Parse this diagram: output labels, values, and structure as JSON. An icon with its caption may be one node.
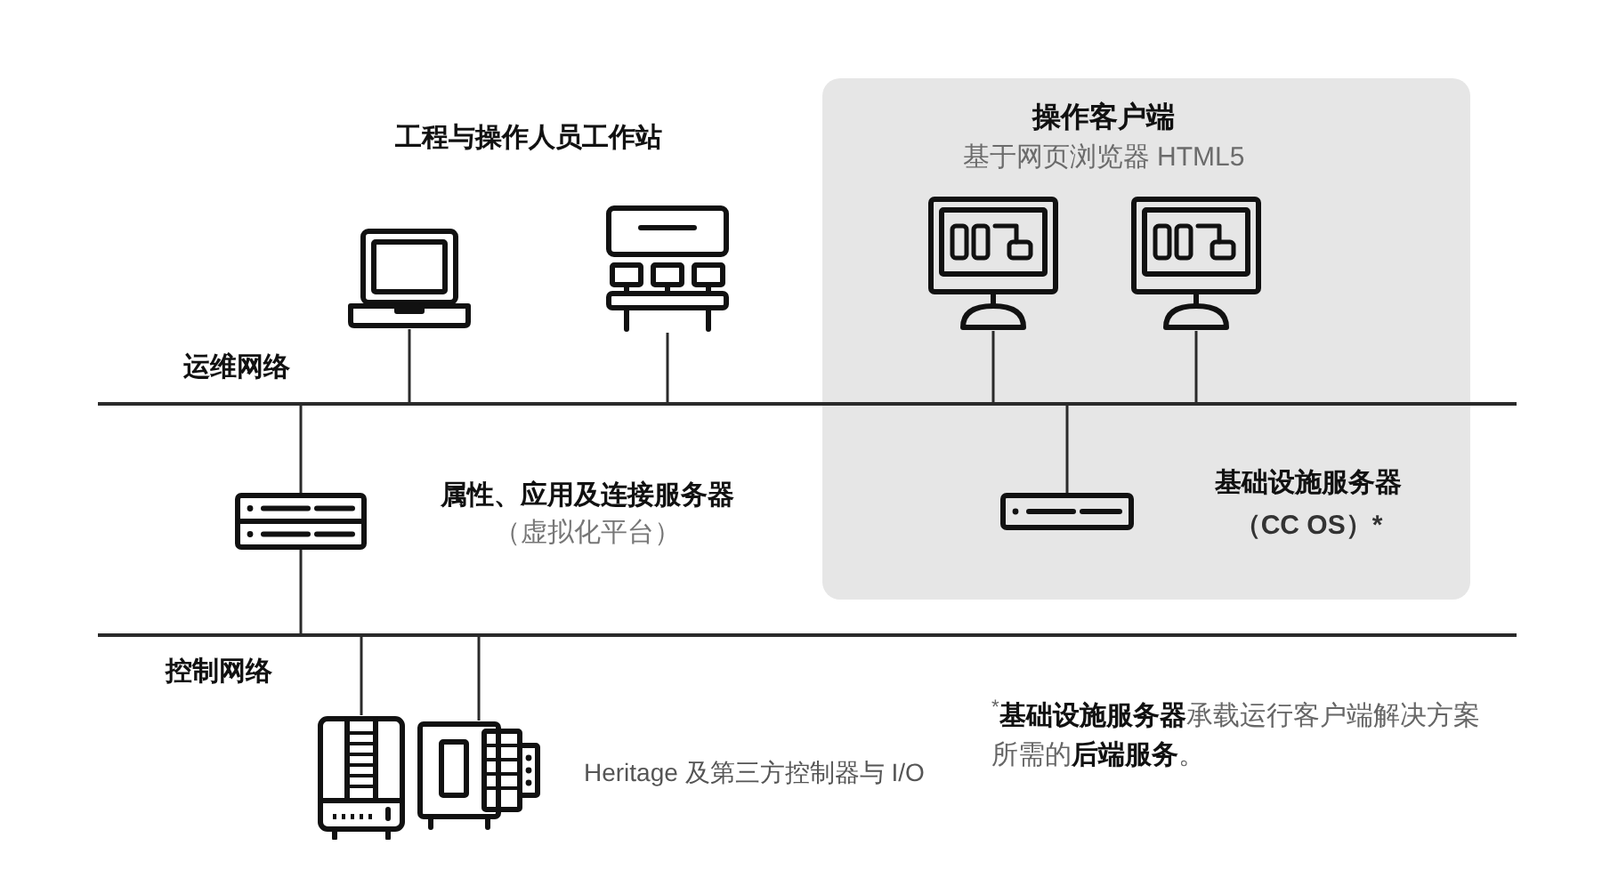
{
  "diagram": {
    "nodes": [
      {
        "text": [],
        "shape": "laptop"
      },
      {
        "text": [],
        "shape": "workstation"
      },
      {
        "text": [
          "操作客户端",
          "基于网页浏览器 HTML5"
        ]
      },
      {
        "text": [],
        "shape": "monitor",
        "in": 2
      },
      {
        "text": [],
        "shape": "monitor",
        "in": 2
      },
      {
        "text": [],
        "shape": "bar",
        "beside": [
          "运维网络"
        ]
      },
      {
        "text": [],
        "shape": "server",
        "beside": [
          "属性、应用及连接服务器",
          "（虚拟化平台）"
        ]
      },
      {
        "text": [],
        "shape": "server",
        "in": 2,
        "beside": [
          "基础设施服务器",
          "（CC OS）*"
        ]
      },
      {
        "text": [],
        "shape": "bar",
        "beside": [
          "控制网络"
        ]
      },
      {
        "text": [],
        "shape": "controller"
      },
      {
        "text": [],
        "shape": "module"
      }
    ],
    "edges": [
      {
        "from": 0,
        "to": 5,
        "arrow": "none"
      },
      {
        "from": 1,
        "to": 5,
        "arrow": "none"
      },
      {
        "from": 3,
        "to": 5,
        "arrow": "none"
      },
      {
        "from": 4,
        "to": 5,
        "arrow": "none"
      },
      {
        "from": 5,
        "to": 6,
        "arrow": "none"
      },
      {
        "from": 6,
        "to": 8,
        "arrow": "none"
      },
      {
        "from": 5,
        "to": 7,
        "arrow": "none"
      },
      {
        "from": 8,
        "to": 9,
        "arrow": "none"
      },
      {
        "from": 8,
        "to": 10,
        "arrow": "none"
      }
    ],
    "labels": [
      "工程与操作人员工作站",
      "Heritage 及第三方控制器与 I/O",
      "$^{*}$**基础设施服务器**承载运行客户端解决方案所需的**后端服务**。"
    ]
  }
}
